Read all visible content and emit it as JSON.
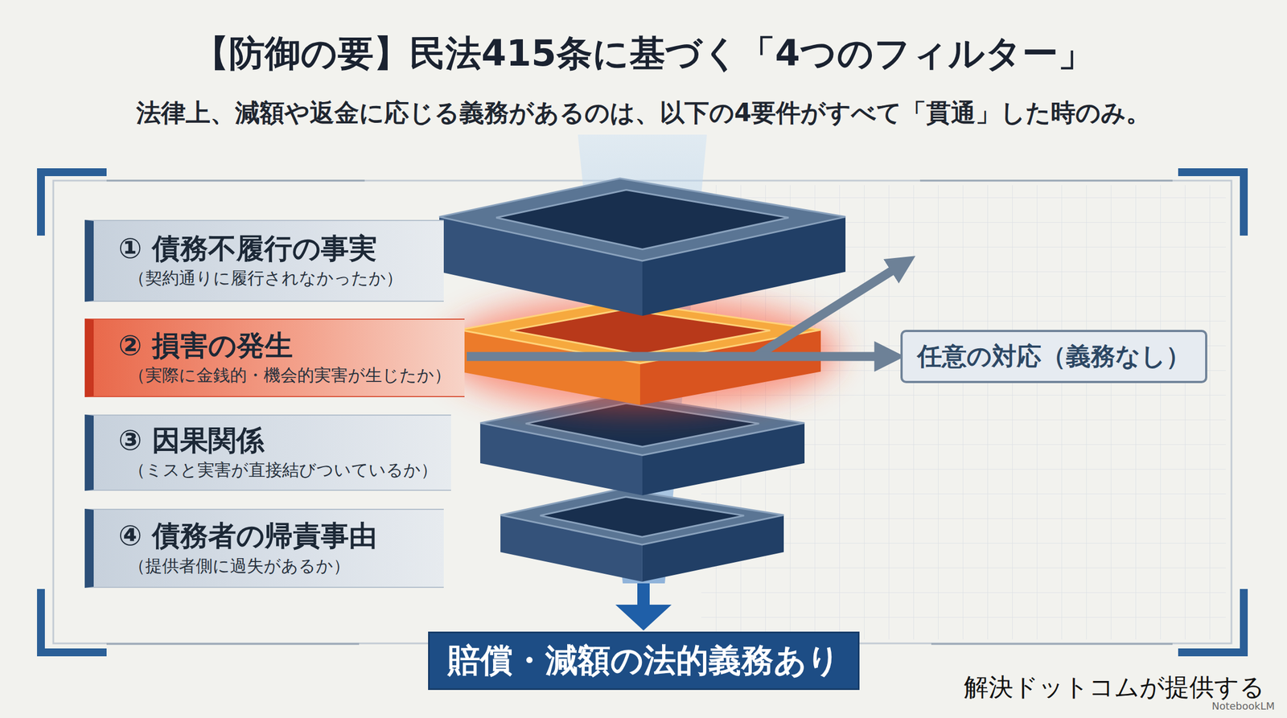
{
  "diagram": {
    "title": "【防御の要】民法415条に基づく「4つのフィルター」",
    "nodes": [
      {
        "text": [
          "① 債務不履行の事実",
          "（契約通りに履行されなかったか）"
        ]
      },
      {
        "text": [
          "② 損害の発生",
          "（実際に金銭的・機会的実害が生じたか）"
        ]
      },
      {
        "text": [
          "③ 因果関係",
          "（ミスと実害が直接結びついているか）"
        ]
      },
      {
        "text": [
          "④ 債務者の帰責事由",
          "（提供者側に過失があるか）"
        ]
      },
      {
        "text": [
          "任意の対応（義務なし）"
        ]
      },
      {
        "text": [
          "賠償・減額の法的義務あり"
        ]
      }
    ],
    "edges": [
      {
        "from": 1,
        "to": 4,
        "arrow": "to"
      }
    ],
    "labels": [
      "法律上、減額や返金に応じる義務があるのは、以下の4要件がすべて「貫通」した時のみ。",
      "解決ドットコムが提供する",
      "NotebookLM"
    ]
  }
}
